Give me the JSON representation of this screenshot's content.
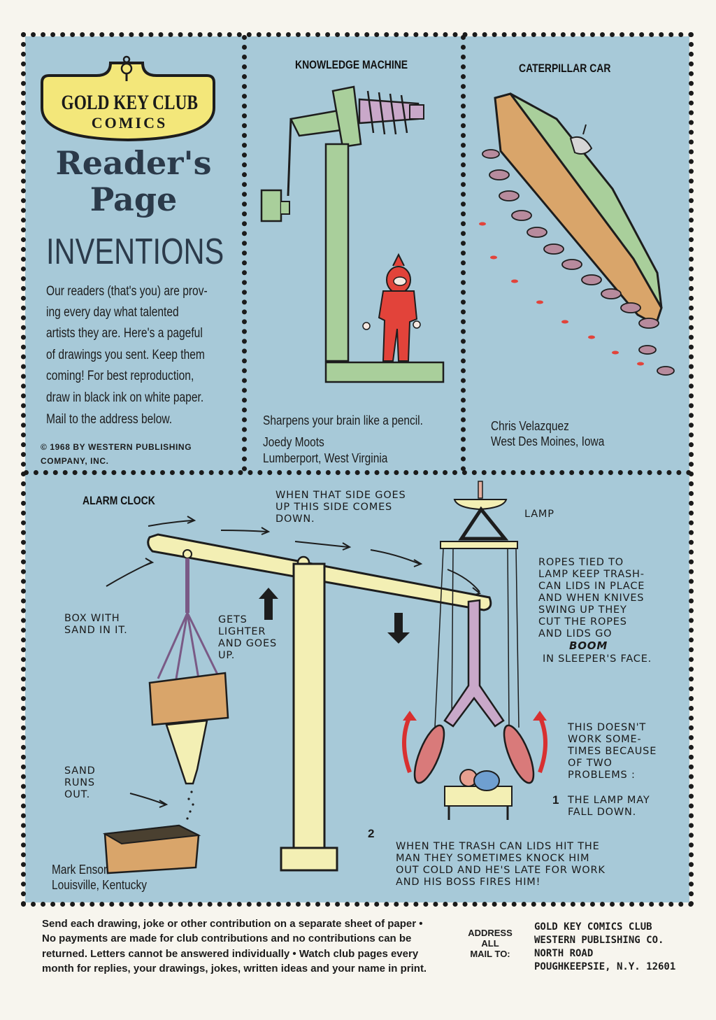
{
  "logo": {
    "line1": "GOLD KEY CLUB",
    "line2": "COMICS"
  },
  "header": {
    "title1": "Reader's",
    "title2": "Page",
    "subtitle": "INVENTIONS"
  },
  "intro": {
    "lines": [
      "Our readers (that's you) are prov-",
      "ing every day what talented",
      "artists they are. Here's a pageful",
      "of drawings you sent. Keep them",
      "coming! For best reproduction,",
      "draw in black ink on white paper.",
      "Mail to the address below."
    ]
  },
  "copyright": {
    "line1": "© 1968 BY WESTERN PUBLISHING",
    "line2": "COMPANY, INC."
  },
  "knowledge_machine": {
    "title": "KNOWLEDGE MACHINE",
    "caption": "Sharpens your brain like a pencil.",
    "author": "Joedy Moots",
    "location": "Lumberport, West Virginia"
  },
  "caterpillar_car": {
    "title": "CATERPILLAR CAR",
    "author": "Chris Velazquez",
    "location": "West Des Moines, Iowa"
  },
  "alarm_clock": {
    "title": "ALARM CLOCK",
    "note_top": "WHEN THAT SIDE GOES\nUP THIS SIDE COMES\nDOWN.",
    "lamp": "LAMP",
    "ropes": "ROPES TIED TO\nLAMP KEEP TRASH-\nCAN LIDS IN PLACE\nAND WHEN KNIVES\nSWING UP THEY\nCUT THE ROPES\nAND LIDS GO",
    "boom": "BOOM",
    "ropes_end": "IN SLEEPER'S FACE.",
    "box": "BOX WITH\nSAND IN IT.",
    "lighter": "GETS\nLIGHTER\nAND GOES\nUP.",
    "sand": "SAND\nRUNS\nOUT.",
    "problems": "THIS DOESN'T\nWORK SOME-\nTIMES BECAUSE\nOF TWO\nPROBLEMS :",
    "problem1_num": "1",
    "problem1": "THE LAMP MAY\nFALL DOWN.",
    "problem2_num": "2",
    "problem2": "WHEN THE TRASH CAN LIDS HIT THE\nMAN THEY SOMETIMES KNOCK HIM\nOUT COLD AND HE'S LATE FOR WORK\nAND HIS BOSS FIRES HIM!",
    "author": "Mark Ensor",
    "location": "Louisville, Kentucky"
  },
  "footer": {
    "lines": [
      "Send each drawing, joke or other contribution on a separate sheet of paper •",
      "No payments are made for club contributions and no contributions can be",
      "returned. Letters cannot be answered individually • Watch club pages every",
      "month for replies, your drawings, jokes, written ideas and your name in print."
    ],
    "address_label": [
      "ADDRESS",
      "ALL",
      "MAIL TO:"
    ],
    "address": [
      "GOLD KEY COMICS CLUB",
      "WESTERN PUBLISHING CO.",
      "NORTH ROAD",
      "POUGHKEEPSIE, N.Y. 12601"
    ]
  },
  "colors": {
    "panel_bg": "#a7c9d8",
    "logo_yellow": "#f3e77a",
    "title_navy": "#2b3a4a",
    "machine_green": "#a9cf9b",
    "figure_red": "#e2433a",
    "car_orange": "#d9a56a",
    "beam_cream": "#f3efb4"
  }
}
